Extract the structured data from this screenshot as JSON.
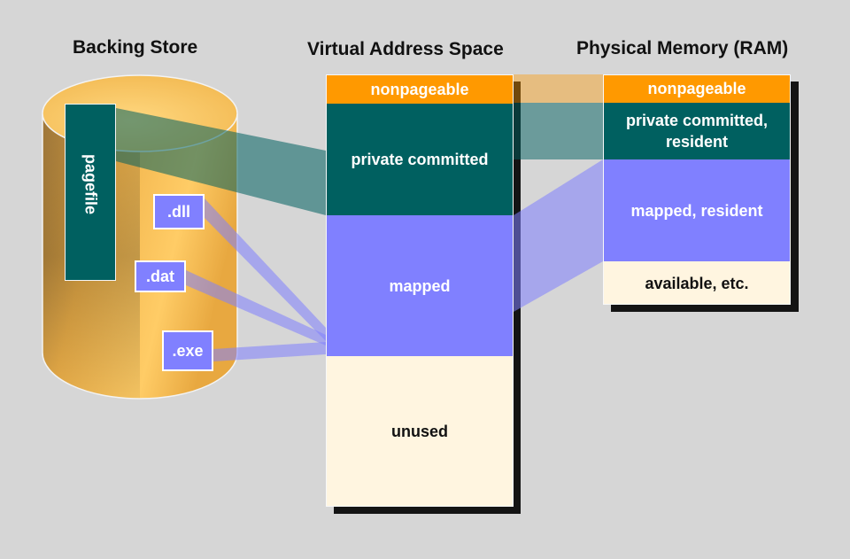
{
  "headings": {
    "backing_store": "Backing Store",
    "virtual_address_space": "Virtual Address Space",
    "physical_memory": "Physical Memory (RAM)"
  },
  "backing_store": {
    "pagefile_label": "pagefile",
    "files": {
      "dll": ".dll",
      "dat": ".dat",
      "exe": ".exe"
    }
  },
  "virtual_address_space": {
    "nonpageable": "nonpageable",
    "private_committed": "private committed",
    "mapped": "mapped",
    "unused": "unused"
  },
  "physical_memory": {
    "nonpageable": "nonpageable",
    "private_committed": "private committed,\nresident",
    "mapped": "mapped, resident",
    "available": "available, etc."
  },
  "colors": {
    "background": "#d6d6d6",
    "nonpageable": "#ff9900",
    "private_committed": "#006060",
    "mapped": "#8080ff",
    "unused": "#fff5e0",
    "cylinder": "#e8b24a",
    "shadow": "#141414"
  }
}
